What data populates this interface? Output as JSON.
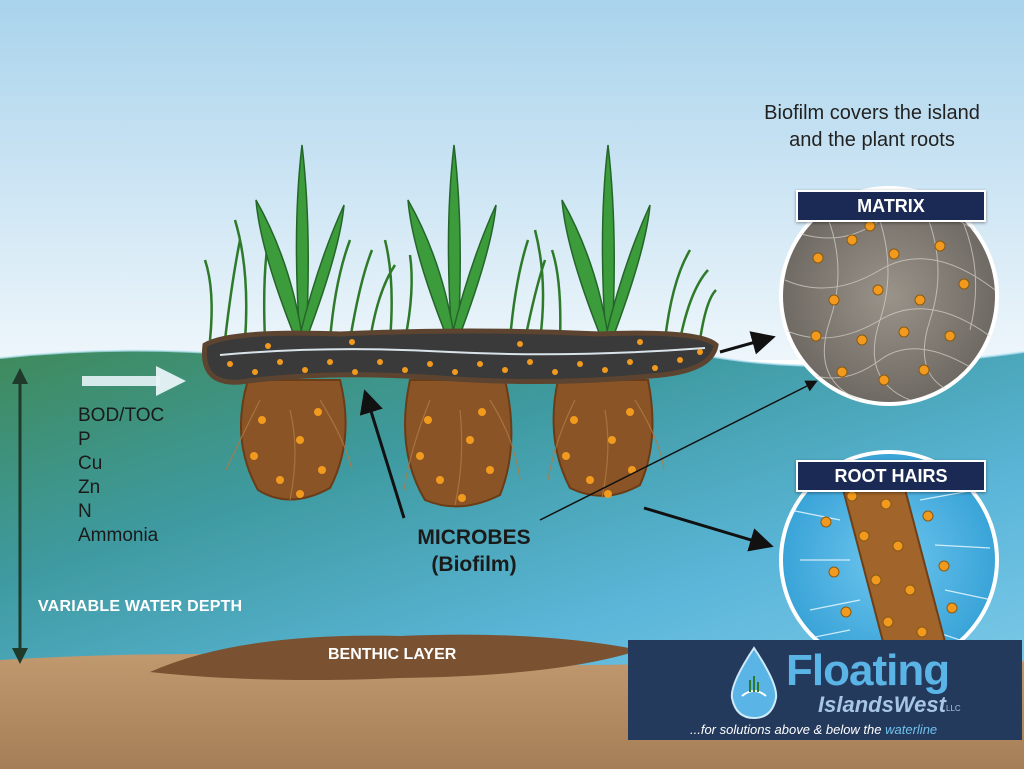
{
  "pollutants": {
    "items": [
      "BOD/TOC",
      "P",
      "Cu",
      "Zn",
      "N",
      "Ammonia"
    ]
  },
  "labels": {
    "variable_water_depth": "VARIABLE WATER DEPTH",
    "benthic_layer": "BENTHIC LAYER",
    "microbes_line1": "MICROBES",
    "microbes_line2": "(Biofilm)",
    "biofilm_note_line1": "Biofilm covers the island",
    "biofilm_note_line2": "and the plant roots"
  },
  "insets": {
    "matrix_title": "MATRIX",
    "root_hairs_title": "ROOT HAIRS"
  },
  "logo": {
    "name_top": "Floating",
    "name_bottom": "IslandsWest",
    "suffix": "LLC",
    "tagline_start": "...for solutions above & below the ",
    "tagline_end": "waterline"
  },
  "colors": {
    "sky": "#cfe6f3",
    "water_shallow": "#5fb4d8",
    "water_deep": "#2f7f9e",
    "sediment": "#b38b63",
    "benthic": "#7a5232",
    "biofilm_dots": "#f29a1e",
    "logo_bg": "#243a5c",
    "badge_bg": "#1a2a55"
  }
}
